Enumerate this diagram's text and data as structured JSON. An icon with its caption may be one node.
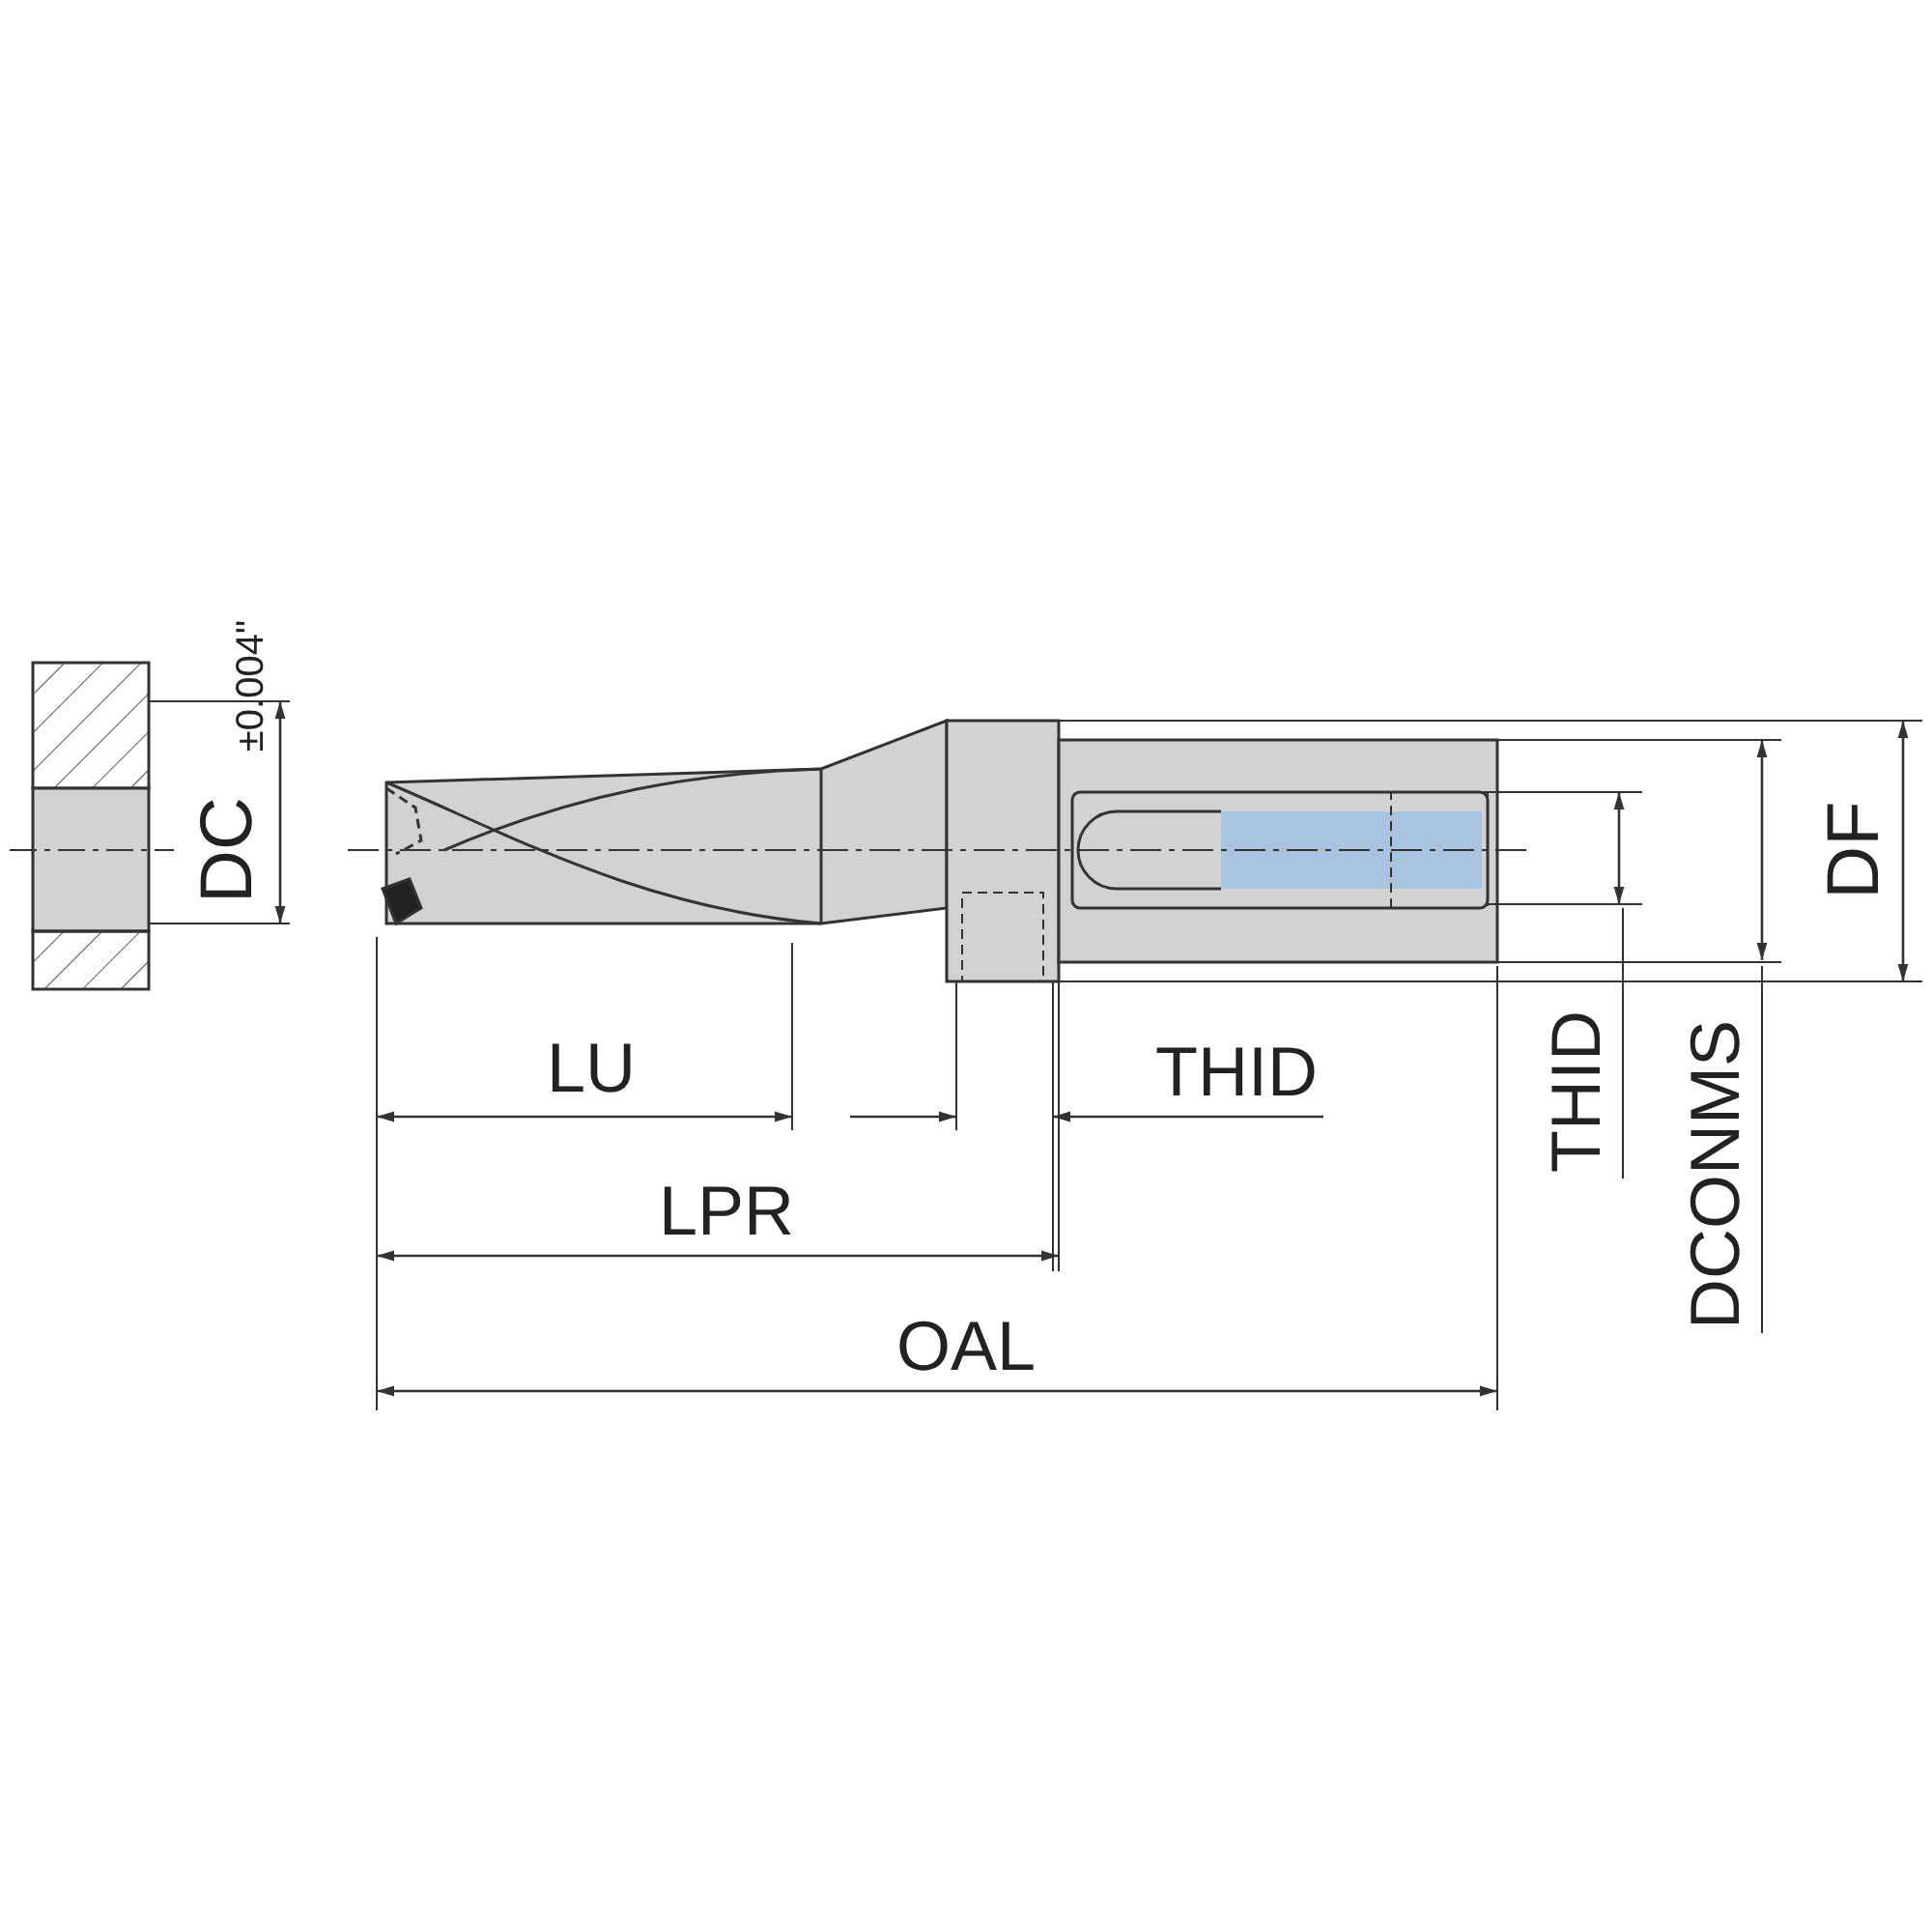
{
  "diagram": {
    "labels": [
      "DC",
      "±0.004\"",
      "DF",
      "LU",
      "THID",
      "THID",
      "DCONMS",
      "LPR",
      "OAL"
    ]
  }
}
